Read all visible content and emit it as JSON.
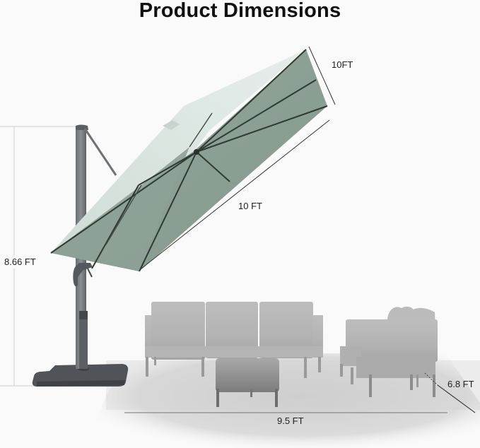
{
  "header": {
    "title": "Product Dimensions"
  },
  "dimensions": {
    "canopy_width": "10FT",
    "canopy_length": "10 FT",
    "umbrella_height": "8.66 FT",
    "area_width": "9.5 FT",
    "area_depth": "6.8 FT"
  },
  "illustration": {
    "subject": "cantilever-patio-umbrella",
    "canopy_color": "#8fa196",
    "canopy_top_color": "#dfe8e4",
    "frame_color": "#5d6063",
    "base_color": "#505357",
    "furniture": [
      "sofa-three-seat",
      "ottoman",
      "armchair"
    ]
  }
}
